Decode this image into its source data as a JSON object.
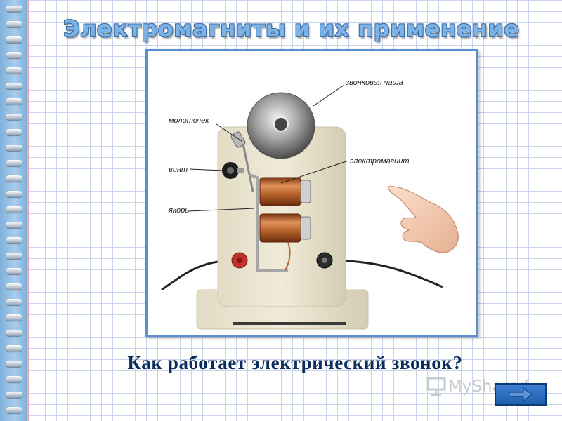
{
  "slide": {
    "title": "Электромагниты и их применение",
    "question": "Как работает электрический звонок?"
  },
  "diagram": {
    "labels": {
      "bell_bowl": "звонковая чаша",
      "hammer": "молоточек",
      "screw": "винт",
      "electromagnet": "электромагнит",
      "armature": "якорь"
    }
  },
  "watermark": {
    "text": "MyShared"
  },
  "nav": {
    "icon": "arrow-right-icon"
  },
  "colors": {
    "title_fill": "#7cb3e6",
    "title_outline": "#3f6fa6",
    "frame_border": "#5b8fd0",
    "question_text": "#0b2e5c",
    "grid_line": "#c9d3ea",
    "coil_copper": "#b5612b",
    "nav_button": "#2a6cc2"
  }
}
